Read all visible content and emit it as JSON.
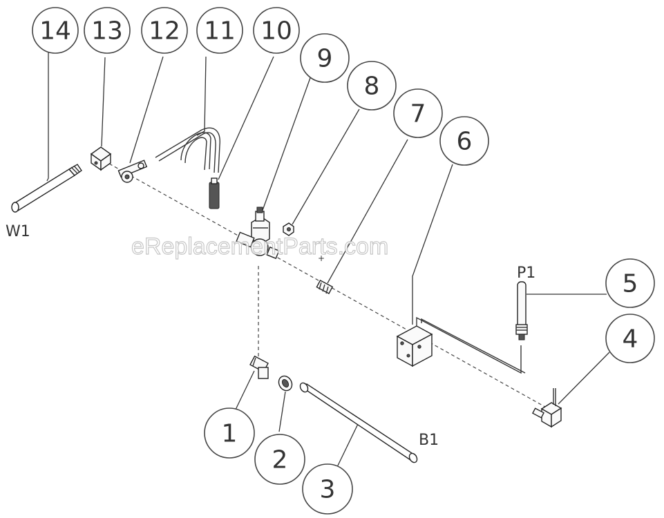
{
  "watermark": "eReplacementParts.com",
  "callouts": [
    "1",
    "2",
    "3",
    "4",
    "5",
    "6",
    "7",
    "8",
    "9",
    "10",
    "11",
    "12",
    "13",
    "14"
  ],
  "connection_labels": {
    "w1": "W1",
    "b1": "B1",
    "p1": "P1"
  }
}
